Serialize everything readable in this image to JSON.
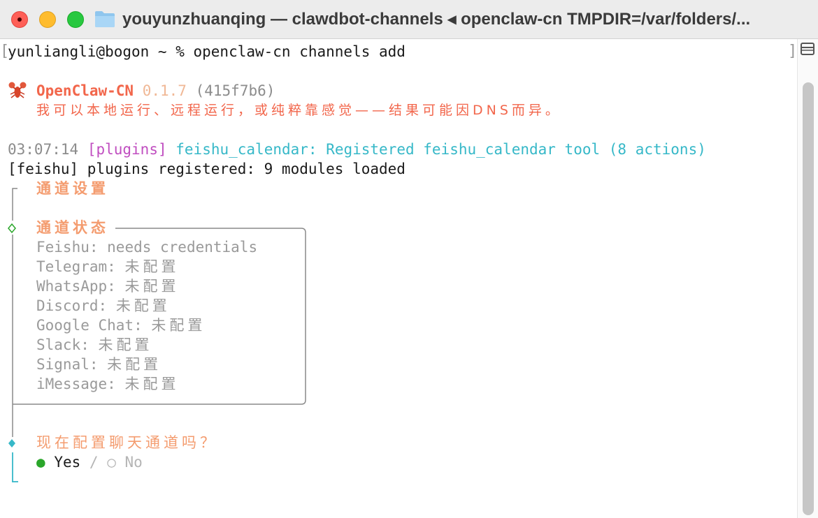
{
  "window": {
    "title": "youyunzhuanqing — clawdbot-channels ◂ openclaw-cn TMPDIR=/var/folders/..."
  },
  "terminal": {
    "prompt": "yunliangli@bogon ~ % openclaw-cn channels add",
    "banner": {
      "app_name": "OpenClaw-CN",
      "version": "0.1.7",
      "commit": "(415f7b6)",
      "tagline": "我可以本地运行、远程运行，或纯粹靠感觉——结果可能因DNS而异。"
    },
    "log1": {
      "time": "03:07:14",
      "tag": "[plugins]",
      "message": "feishu_calendar: Registered feishu_calendar tool (8 actions)"
    },
    "log2": "[feishu] plugins registered: 9 modules loaded",
    "section_title": "通道设置",
    "status_title": "通道状态",
    "channels": [
      {
        "name": "Feishu",
        "status": "needs credentials"
      },
      {
        "name": "Telegram",
        "status": "未配置"
      },
      {
        "name": "WhatsApp",
        "status": "未配置"
      },
      {
        "name": "Discord",
        "status": "未配置"
      },
      {
        "name": "Google Chat",
        "status": "未配置"
      },
      {
        "name": "Slack",
        "status": "未配置"
      },
      {
        "name": "Signal",
        "status": "未配置"
      },
      {
        "name": "iMessage",
        "status": "未配置"
      }
    ],
    "question": "现在配置聊天通道吗？",
    "options": {
      "yes_bullet": "●",
      "yes": "Yes",
      "separator": "/",
      "no_bullet": "○",
      "no": "No"
    }
  },
  "colors": {
    "accent": "#f49c6f",
    "tagline": "#f2664b",
    "plugin_tag": "#c04ec0",
    "plugin_msg": "#36b8c8",
    "selected": "#2aa62a"
  }
}
